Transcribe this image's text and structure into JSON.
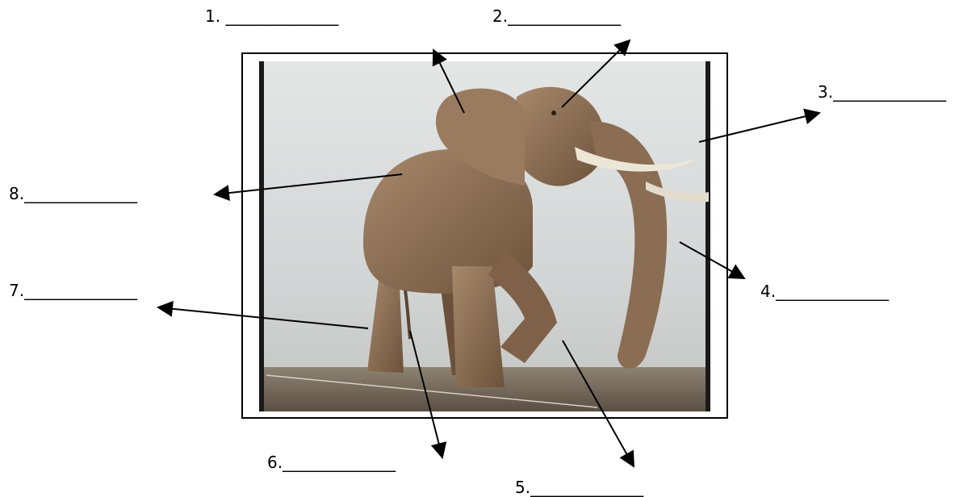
{
  "labels": [
    {
      "id": "1",
      "text": "1.   ______________"
    },
    {
      "id": "2",
      "text": "2.______________"
    },
    {
      "id": "3",
      "text": "3.______________"
    },
    {
      "id": "4",
      "text": "4.______________"
    },
    {
      "id": "5",
      "text": "5.______________"
    },
    {
      "id": "6",
      "text": "6.______________"
    },
    {
      "id": "7",
      "text": "7.______________"
    },
    {
      "id": "8",
      "text": "8.______________"
    }
  ],
  "image": {
    "subject": "elephant photo",
    "colors": {
      "elephant": "#8a6a4e",
      "background": "#d9dcdc",
      "floor": "#6e6254",
      "tusk": "#ece6d6"
    }
  }
}
